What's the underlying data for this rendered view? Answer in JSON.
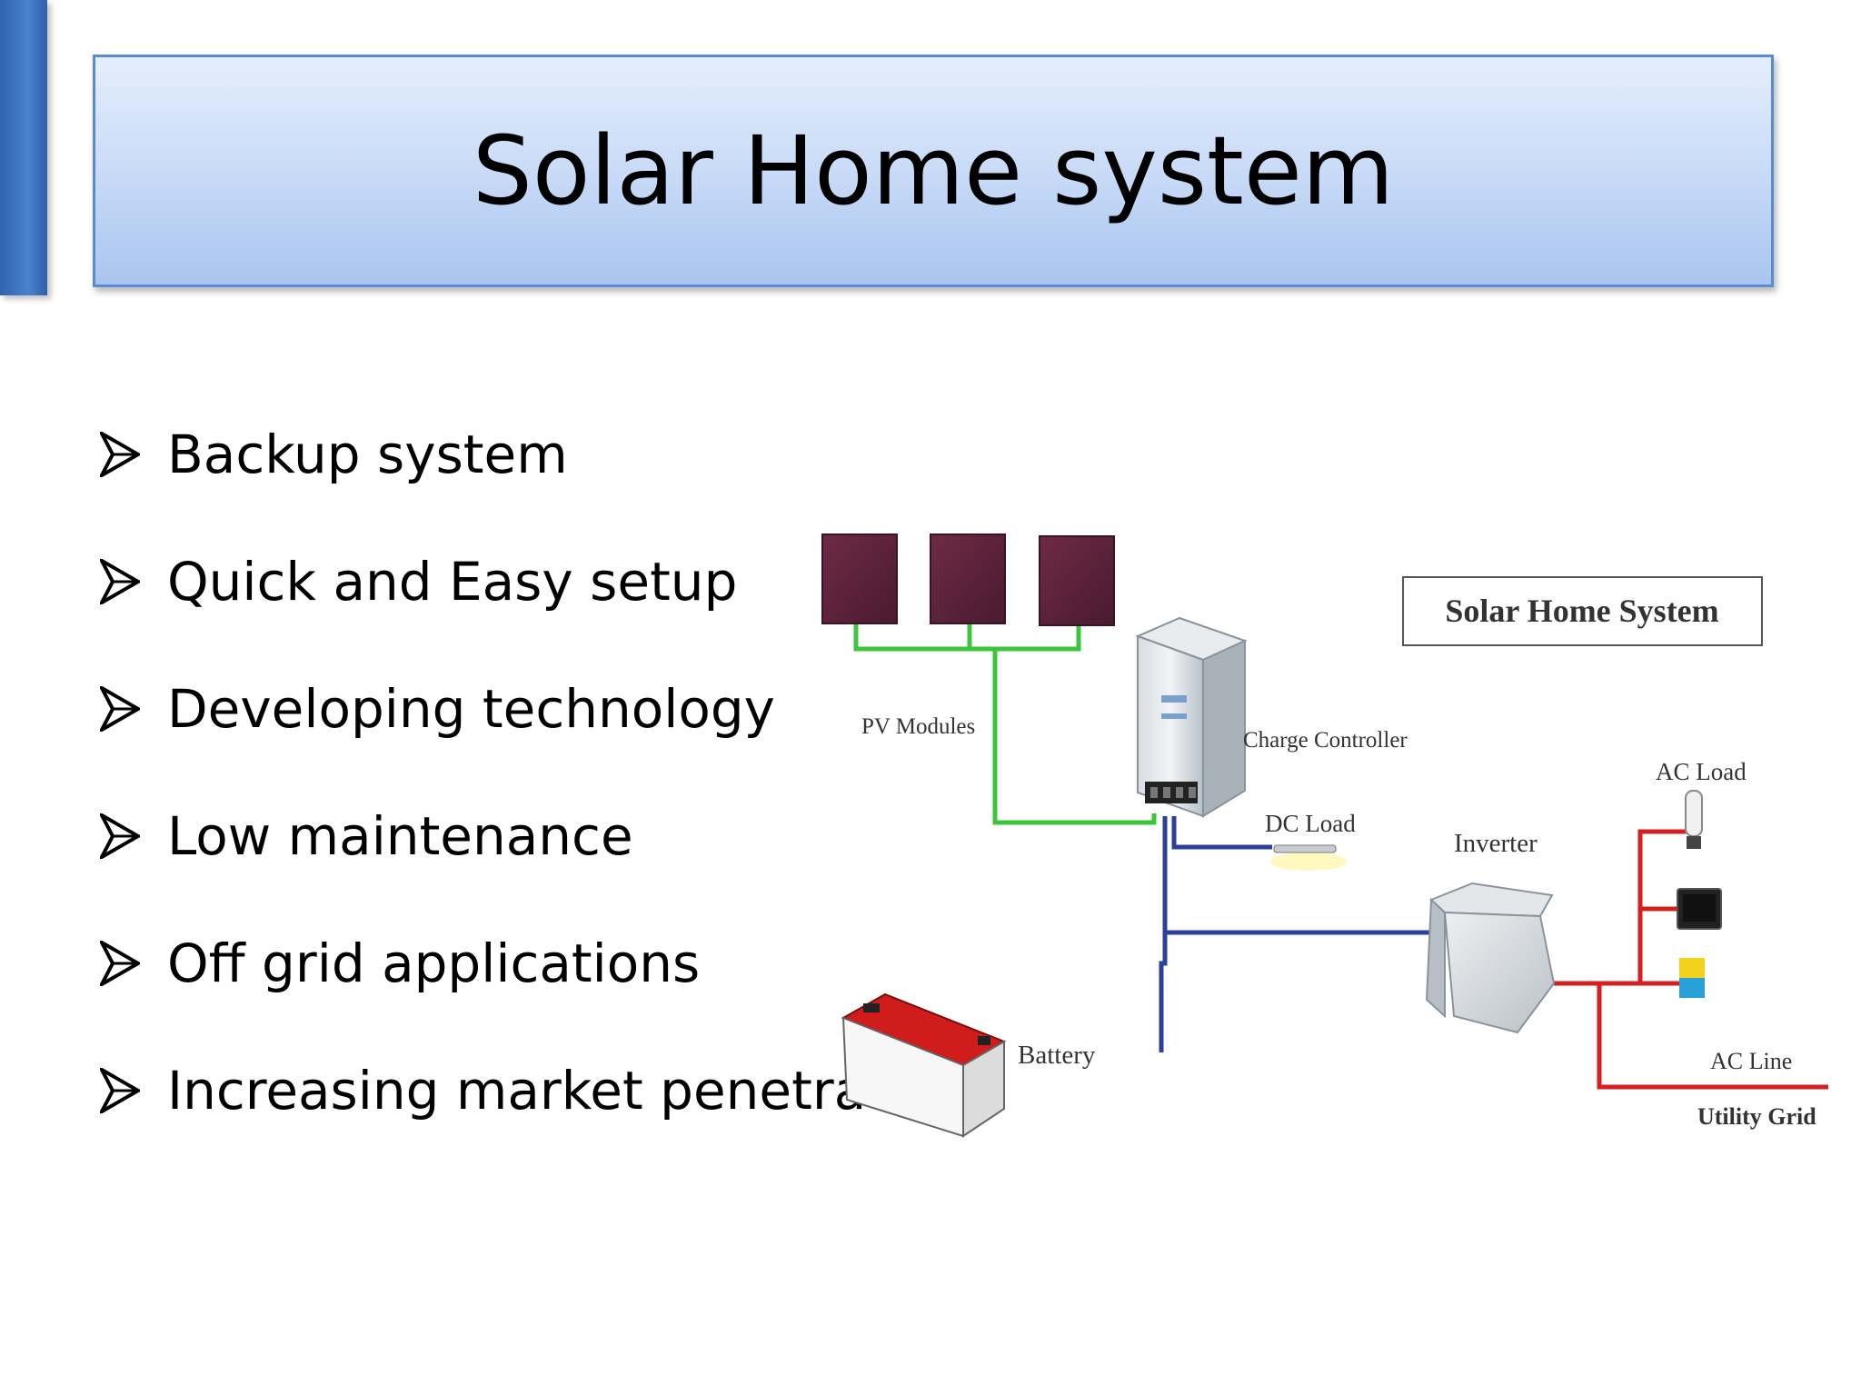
{
  "slide": {
    "title": "Solar Home system",
    "bullets": [
      "Backup system",
      "Quick and Easy setup",
      "Developing technology",
      "Low maintenance",
      "Off grid applications",
      "Increasing market penetration"
    ],
    "bullet_icon": "arrow-bullet-icon",
    "accent_color": "#4a82cc"
  },
  "diagram": {
    "box_title": "Solar Home System",
    "labels": {
      "pv_modules": "PV Modules",
      "charge_controller": "Charge Controller",
      "dc_load": "DC Load",
      "inverter": "Inverter",
      "ac_load": "AC Load",
      "battery": "Battery",
      "ac_line": "AC Line",
      "utility_grid": "Utility Grid"
    },
    "wire_colors": {
      "pv": "#3cc43c",
      "dc": "#2b3f9c",
      "ac": "#d42020"
    }
  }
}
